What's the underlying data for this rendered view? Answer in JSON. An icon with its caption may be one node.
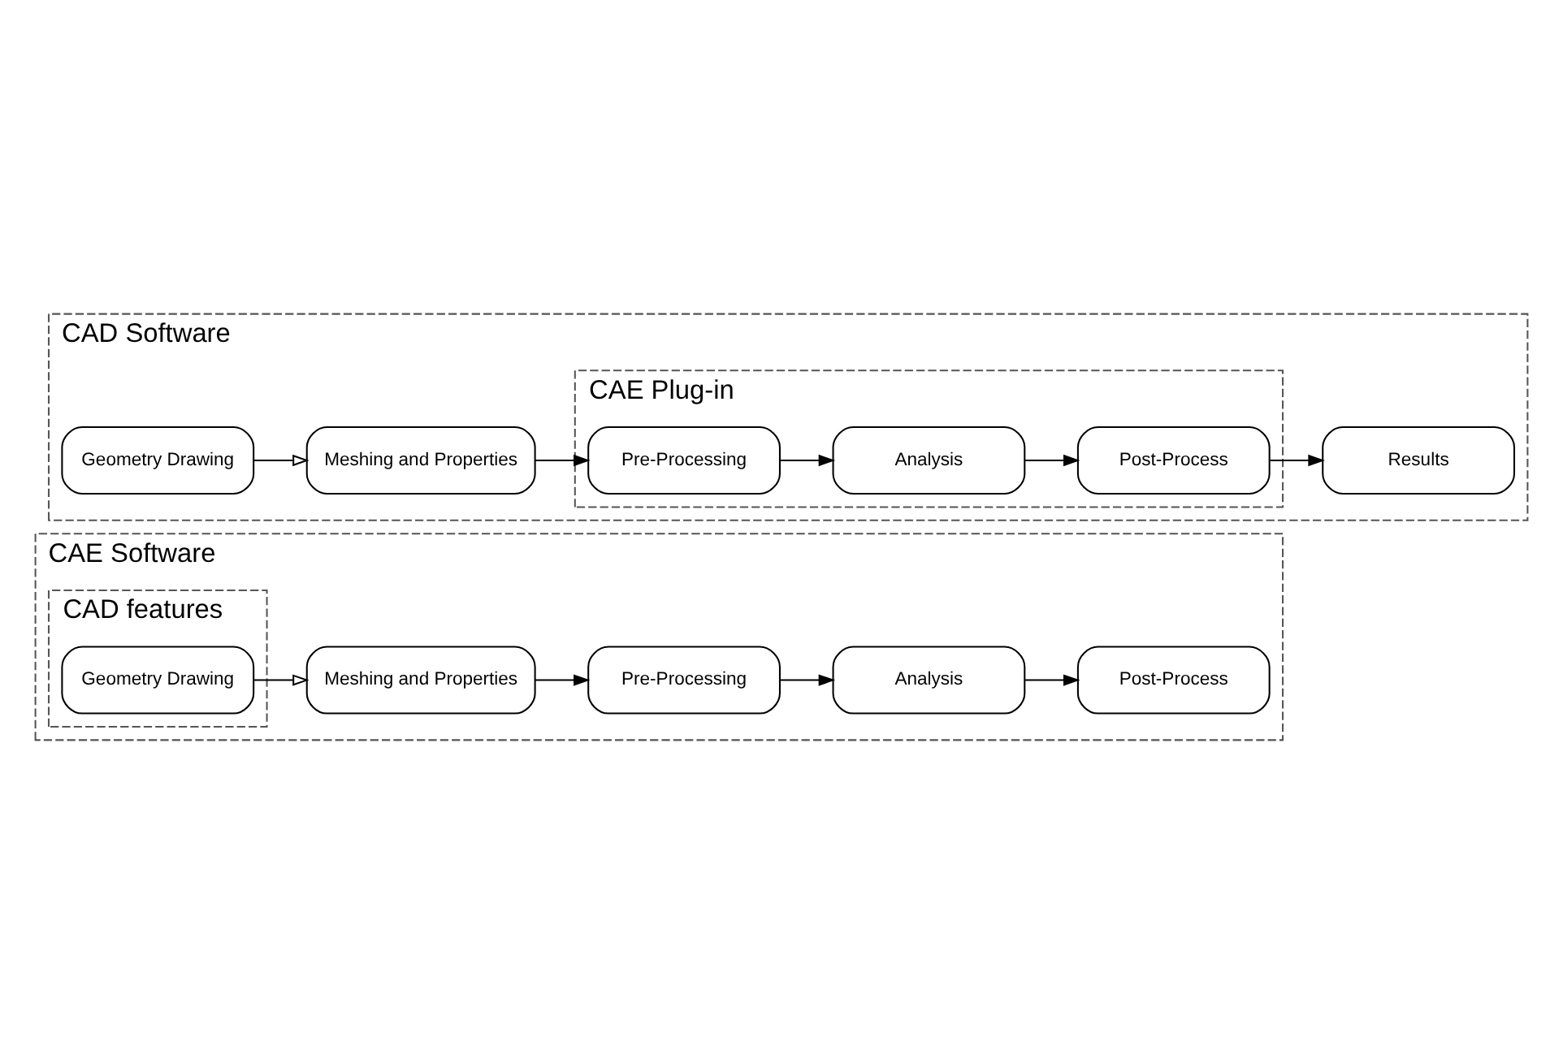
{
  "diagram": {
    "nodes": [
      {
        "text": [
          "CAE Software"
        ]
      },
      {
        "text": [
          "CAD features"
        ],
        "in": 0
      },
      {
        "text": [
          "Geometry Drawing"
        ],
        "in": 1
      },
      {
        "text": [
          "Meshing and Properties"
        ],
        "in": 0
      },
      {
        "text": [
          "Pre-Processing"
        ],
        "in": 0
      },
      {
        "text": [
          "Analysis"
        ],
        "in": 0
      },
      {
        "text": [
          "Post-Process"
        ],
        "in": 0
      },
      {
        "text": [
          "CAD Software"
        ]
      },
      {
        "text": [
          "Geometry Drawing"
        ],
        "in": 7
      },
      {
        "text": [
          "Meshing and Properties"
        ],
        "in": 7
      },
      {
        "text": [
          "CAE Plug-in"
        ],
        "in": 7
      },
      {
        "text": [
          "Pre-Processing"
        ],
        "in": 10
      },
      {
        "text": [
          "Analysis"
        ],
        "in": 10
      },
      {
        "text": [
          "Post-Process"
        ],
        "in": 10
      },
      {
        "text": [
          "Results"
        ],
        "in": 7
      }
    ],
    "edges": [
      {
        "from": 2,
        "to": 3,
        "arrow": "to"
      },
      {
        "from": 3,
        "to": 4,
        "arrow": "to"
      },
      {
        "from": 4,
        "to": 5,
        "arrow": "to"
      },
      {
        "from": 5,
        "to": 6,
        "arrow": "to"
      },
      {
        "from": 8,
        "to": 9,
        "arrow": "to"
      },
      {
        "from": 9,
        "to": 11,
        "arrow": "to"
      },
      {
        "from": 11,
        "to": 12,
        "arrow": "to"
      },
      {
        "from": 12,
        "to": 13,
        "arrow": "to"
      },
      {
        "from": 13,
        "to": 14,
        "arrow": "to"
      }
    ]
  }
}
